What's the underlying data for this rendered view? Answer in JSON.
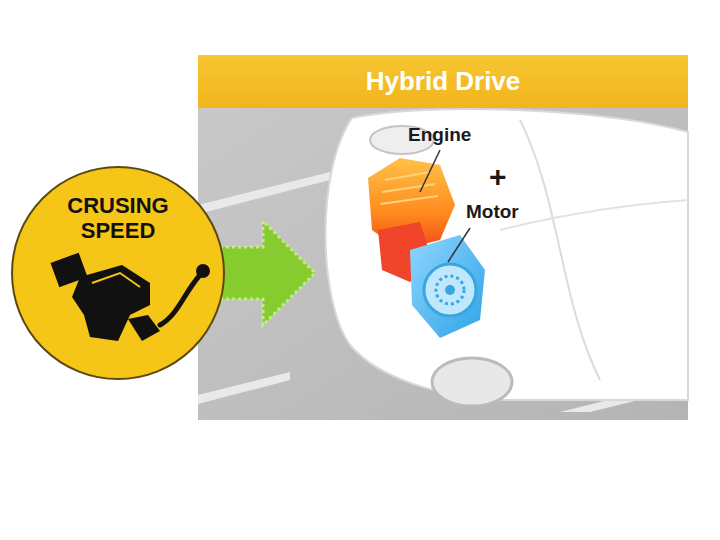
{
  "diagram": {
    "nodes": [
      {
        "text": [
          "CRUSING SPEED"
        ]
      },
      {
        "text": [
          "Hybrid Drive"
        ]
      }
    ],
    "edges": [
      {
        "from": 0,
        "to": 1,
        "arrow": "to"
      }
    ],
    "labels": [
      "Engine",
      "+",
      "Motor"
    ]
  }
}
